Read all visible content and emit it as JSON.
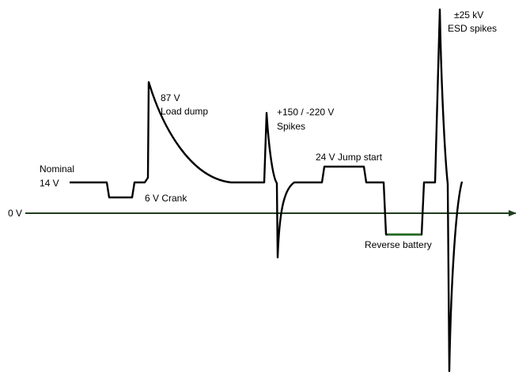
{
  "labels": {
    "zero": "0 V",
    "nominal_1": "Nominal",
    "nominal_2": "14 V",
    "crank": "6 V Crank",
    "load_dump_1": "87 V",
    "load_dump_2": "Load dump",
    "spikes_1": "+150 / -220 V",
    "spikes_2": "Spikes",
    "jump_start": "24 V Jump start",
    "reverse_battery": "Reverse battery",
    "esd_1": "±25 kV",
    "esd_2": "ESD spikes"
  },
  "colors": {
    "line": "#000000",
    "axis": "#1f3d1f",
    "reverse_segment": "#1e6b1e",
    "background": "#ffffff"
  }
}
